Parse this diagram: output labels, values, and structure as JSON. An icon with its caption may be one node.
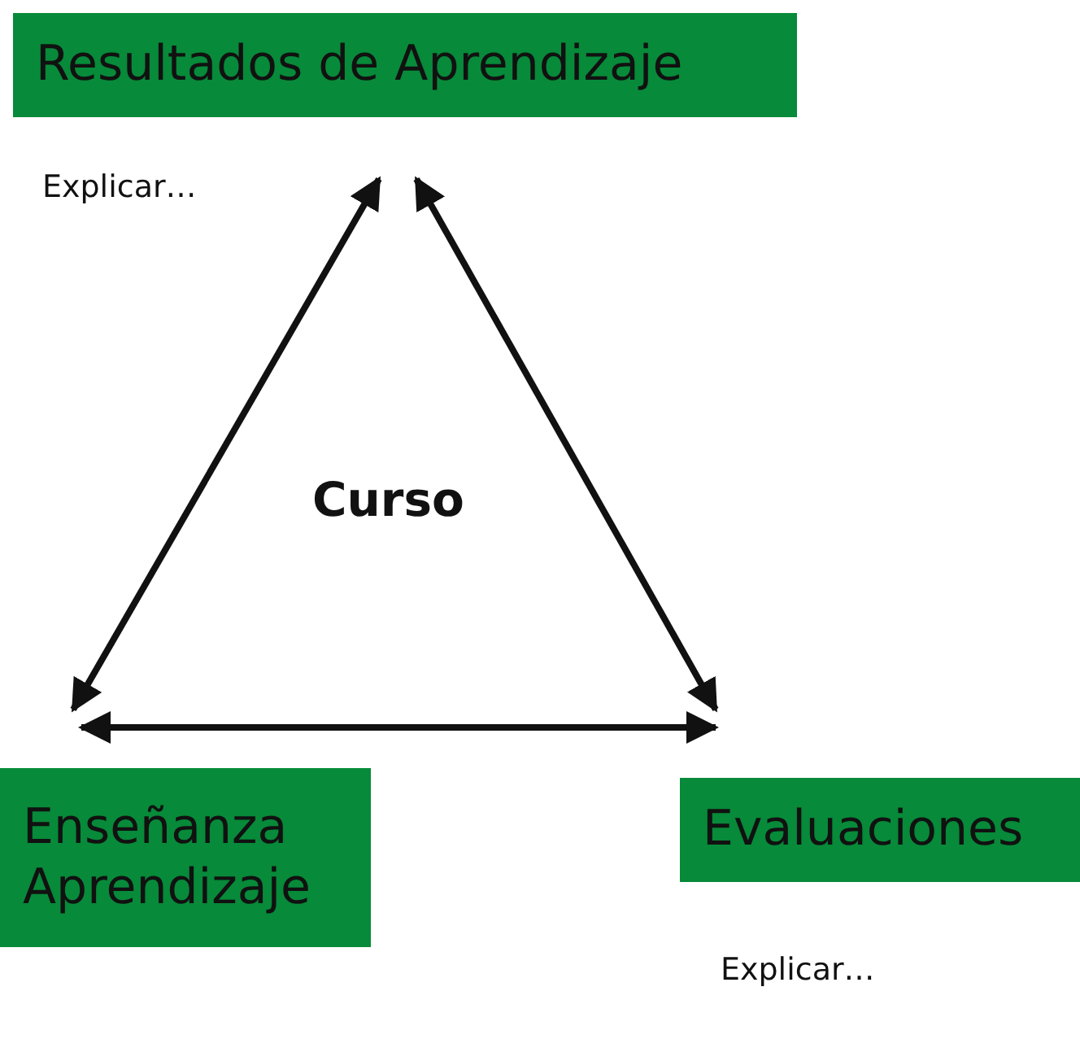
{
  "diagram": {
    "nodes": [
      {
        "text": [
          "Resultados de Aprendizaje"
        ],
        "beside": [
          "Explicar…"
        ]
      },
      {
        "text": [
          "Enseñanza Aprendizaje"
        ]
      },
      {
        "text": [
          "Evaluaciones"
        ],
        "beside": [
          "Explicar…"
        ]
      }
    ],
    "edges": [
      {
        "from": 0,
        "to": 1,
        "arrow": "both"
      },
      {
        "from": 0,
        "to": 2,
        "arrow": "both"
      },
      {
        "from": 1,
        "to": 2,
        "arrow": "both"
      }
    ],
    "labels": [
      "Curso"
    ]
  }
}
